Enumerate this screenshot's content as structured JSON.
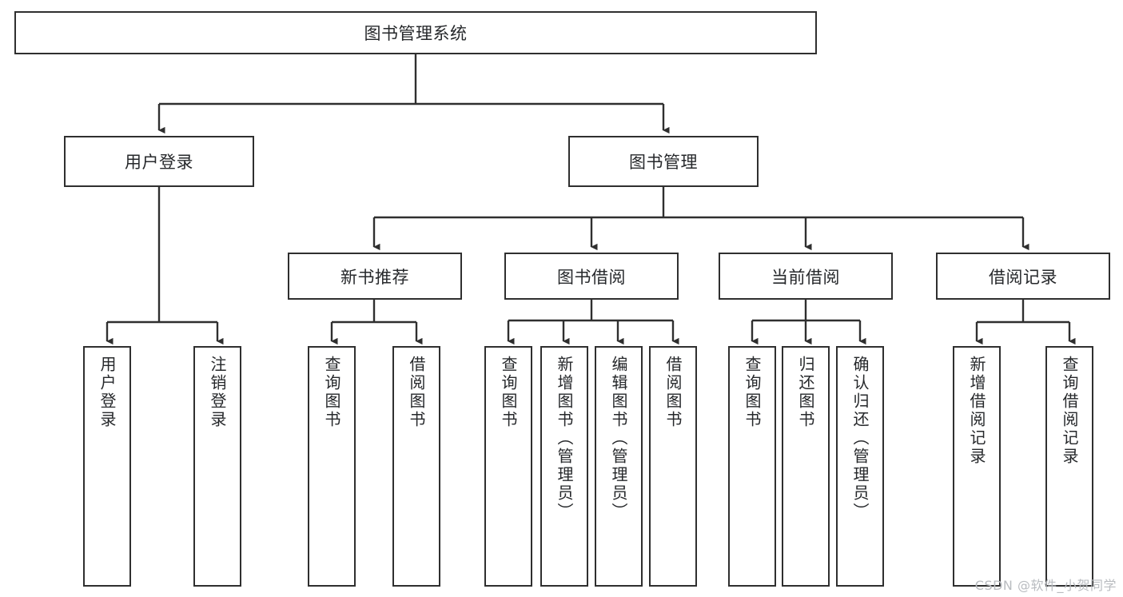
{
  "diagram": {
    "type": "tree",
    "title": "图书管理系统",
    "watermark": "CSDN @软件_小贺同学",
    "colors": {
      "box_border": "#2f2f2f",
      "box_fill": "#ffffff",
      "connector": "#2f2f2f",
      "text": "#26282b",
      "watermark": "#b9bcc0"
    },
    "nodes": {
      "root": {
        "label": "图书管理系统"
      },
      "level2": [
        {
          "id": "user-login",
          "label": "用户登录"
        },
        {
          "id": "book-manage",
          "label": "图书管理"
        }
      ],
      "level3": [
        {
          "id": "new-book-recommend",
          "label": "新书推荐"
        },
        {
          "id": "book-borrow",
          "label": "图书借阅"
        },
        {
          "id": "current-borrow",
          "label": "当前借阅"
        },
        {
          "id": "borrow-record",
          "label": "借阅记录"
        }
      ],
      "leaves": {
        "user-login": [
          {
            "id": "leaf-user-login",
            "label": "用户登录"
          },
          {
            "id": "leaf-logout-login",
            "label": "注销登录"
          }
        ],
        "new-book-recommend": [
          {
            "id": "leaf-query-book-1",
            "label": "查询图书"
          },
          {
            "id": "leaf-borrow-book-1",
            "label": "借阅图书"
          }
        ],
        "book-borrow": [
          {
            "id": "leaf-query-book-2",
            "label": "查询图书"
          },
          {
            "id": "leaf-add-book",
            "label": "新增图书（管理员）"
          },
          {
            "id": "leaf-edit-book",
            "label": "编辑图书（管理员）"
          },
          {
            "id": "leaf-borrow-book-2",
            "label": "借阅图书"
          }
        ],
        "current-borrow": [
          {
            "id": "leaf-query-book-3",
            "label": "查询图书"
          },
          {
            "id": "leaf-return-book",
            "label": "归还图书"
          },
          {
            "id": "leaf-confirm-return",
            "label": "确认归还（管理员）"
          }
        ],
        "borrow-record": [
          {
            "id": "leaf-add-record",
            "label": "新增借阅记录"
          },
          {
            "id": "leaf-query-record",
            "label": "查询借阅记录"
          }
        ]
      }
    }
  }
}
